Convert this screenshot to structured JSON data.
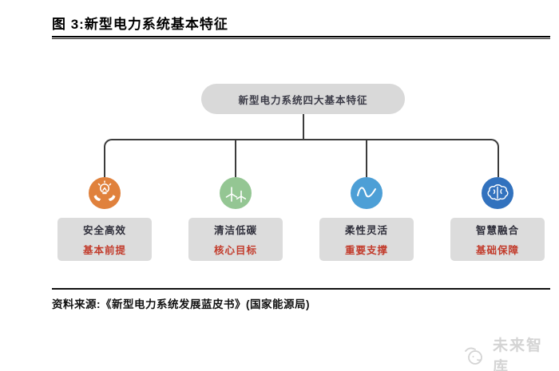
{
  "figure": {
    "title": "图 3:新型电力系统基本特征",
    "source": "资料来源:《新型电力系统发展蓝皮书》(国家能源局)"
  },
  "diagram": {
    "root_label": "新型电力系统四大基本特征",
    "line_color": "#3c3c3c",
    "box_fill": "#dcdcdc",
    "role_text_color": "#c23b2b",
    "nodes": [
      {
        "name": "安全高效",
        "role": "基本前提",
        "icon": "hands-holding-bulb-icon",
        "color": "#e0813c"
      },
      {
        "name": "清洁低碳",
        "role": "核心目标",
        "icon": "wind-turbine-icon",
        "color": "#94c693"
      },
      {
        "name": "柔性灵活",
        "role": "重要支撑",
        "icon": "wave-icon",
        "color": "#4d9fd6"
      },
      {
        "name": "智慧融合",
        "role": "基础保障",
        "icon": "brain-icon",
        "color": "#3272be"
      }
    ]
  },
  "watermark": {
    "text": "未来智库"
  }
}
